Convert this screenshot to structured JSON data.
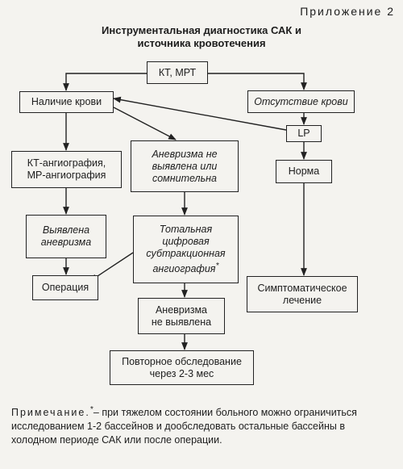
{
  "appendix": "Приложение 2",
  "title": {
    "line1": "Инструментальная диагностика САК и",
    "line2": "источника кровотечения"
  },
  "nodes": {
    "ct_mrt": "КТ, МРТ",
    "blood_present": "Наличие крови",
    "blood_absent": "Отсутствие крови",
    "lp": "LP",
    "ct_angio_1": "КТ-ангиография,",
    "ct_angio_2": "МР-ангиография",
    "aneurysm_unclear_1": "Аневризма не",
    "aneurysm_unclear_2": "выявлена или",
    "aneurysm_unclear_3": "сомнительна",
    "norm": "Норма",
    "aneurysm_found_1": "Выявлена",
    "aneurysm_found_2": "аневризма",
    "total_angio_1": "Тотальная",
    "total_angio_2": "цифровая",
    "total_angio_3": "субтракционная",
    "total_angio_4": "ангиография",
    "total_angio_sup": "*",
    "operation": "Операция",
    "symptomatic_1": "Симптоматическое",
    "symptomatic_2": "лечение",
    "aneurysm_not_found_1": "Аневризма",
    "aneurysm_not_found_2": "не выявлена",
    "repeat_1": "Повторное обследование",
    "repeat_2": "через 2-3 мес"
  },
  "note": {
    "lead": "Примечание.",
    "sup": "*",
    "text": "– при тяжелом состоянии больного можно ограничиться исследованием 1-2 бассейнов и дообследовать остальные бассейны в холодном периоде САК или после операции."
  }
}
